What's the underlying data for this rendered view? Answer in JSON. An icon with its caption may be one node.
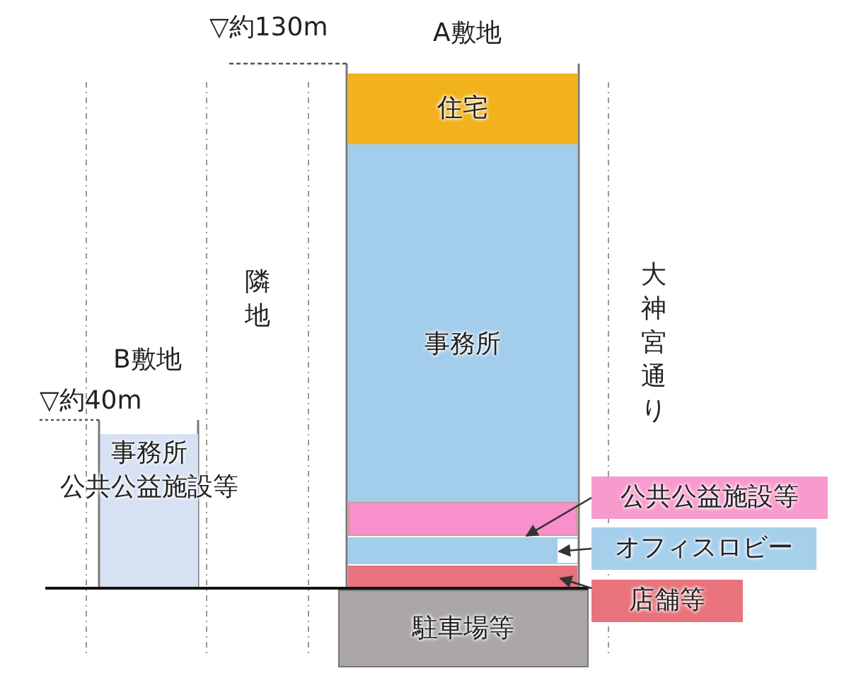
{
  "diagram": {
    "nodes": [
      {
        "text": [
          "住宅"
        ]
      },
      {
        "text": [
          "事務所"
        ]
      },
      {
        "text": [],
        "shape": "bar"
      },
      {
        "text": [],
        "shape": "bar"
      },
      {
        "text": [],
        "shape": "bar"
      },
      {
        "text": [
          "駐車場等"
        ]
      },
      {
        "text": [
          "事務所",
          "公共公益施設等"
        ]
      },
      {
        "text": [
          "公共公益施設等"
        ]
      },
      {
        "text": [
          "オフィスロビー"
        ]
      },
      {
        "text": [
          "店舗等"
        ]
      }
    ],
    "edges": [
      {
        "from": 7,
        "to": 2,
        "arrow": "to"
      },
      {
        "from": 8,
        "to": 3,
        "arrow": "to"
      },
      {
        "from": 9,
        "to": 4,
        "arrow": "to"
      }
    ],
    "labels": [
      "▽約130m",
      "A敷地",
      "隣地",
      "大神宮通り",
      "B敷地",
      "▽約40m"
    ]
  }
}
